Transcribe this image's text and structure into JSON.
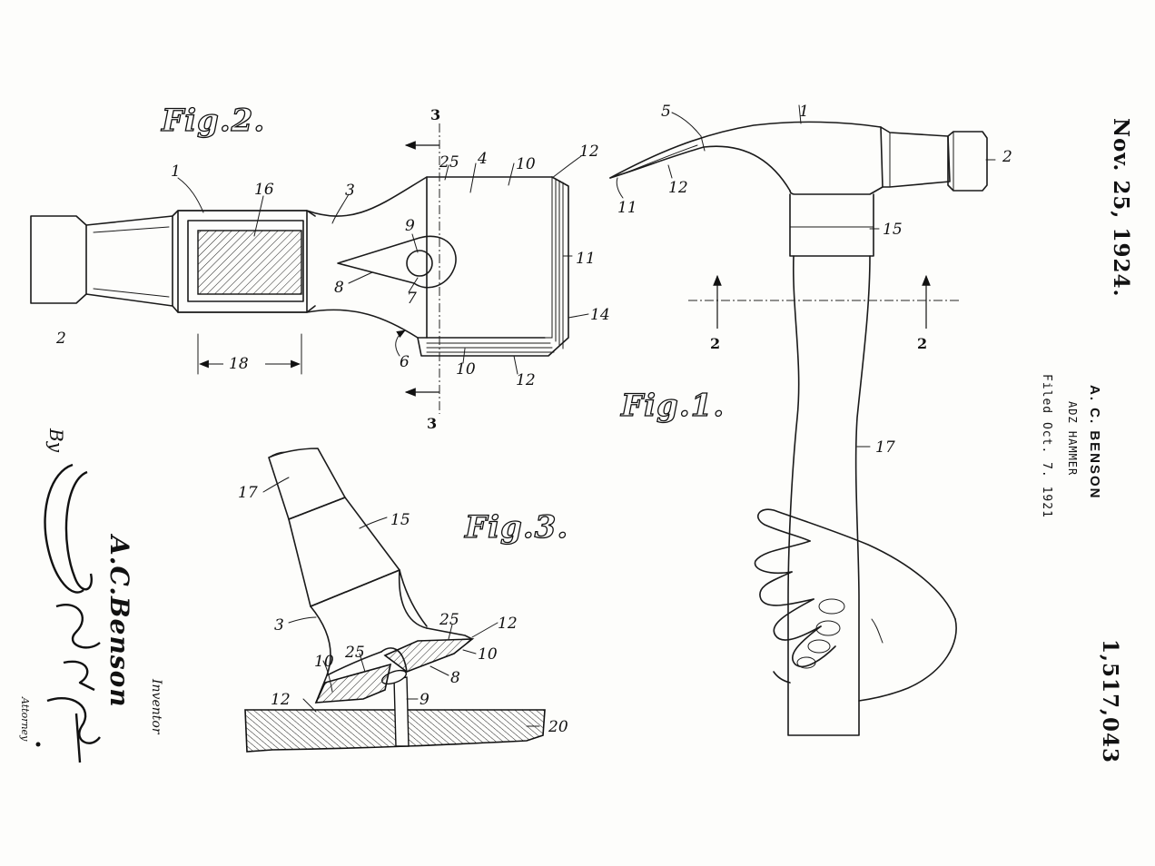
{
  "patent": {
    "number": "1,517,043",
    "date": "Nov. 25, 1924.",
    "inventor": "A. C. BENSON",
    "title": "ADZ HAMMER",
    "filed": "Filed Oct. 7. 1921"
  },
  "figures": {
    "fig1": "Fig.1.",
    "fig2": "Fig.2.",
    "fig3": "Fig.3."
  },
  "refs": {
    "fig1": {
      "r1": "1",
      "r2": "2",
      "r5": "5",
      "r11": "11",
      "r12": "12",
      "r15": "15",
      "r17": "17",
      "cut_left": "2",
      "cut_right": "2"
    },
    "fig2": {
      "r1": "1",
      "r2": "2",
      "r3": "3",
      "r4": "4",
      "r6": "6",
      "r7": "7",
      "r8": "8",
      "r9": "9",
      "r10a": "10",
      "r10b": "10",
      "r11": "11",
      "r12a": "12",
      "r12b": "12",
      "r14": "14",
      "r16": "16",
      "r18": "18",
      "r25": "25",
      "cut_top": "3",
      "cut_bottom": "3"
    },
    "fig3": {
      "r3": "3",
      "r8": "8",
      "r9": "9",
      "r10a": "10",
      "r10b": "10",
      "r12a": "12",
      "r12b": "12",
      "r15": "15",
      "r17": "17",
      "r20": "20",
      "r25a": "25",
      "r25b": "25"
    }
  },
  "signatures": {
    "by": "By",
    "inventor_name": "A.C.Benson",
    "inventor_caption": "Inventor",
    "attorney_caption": "Attorney"
  }
}
